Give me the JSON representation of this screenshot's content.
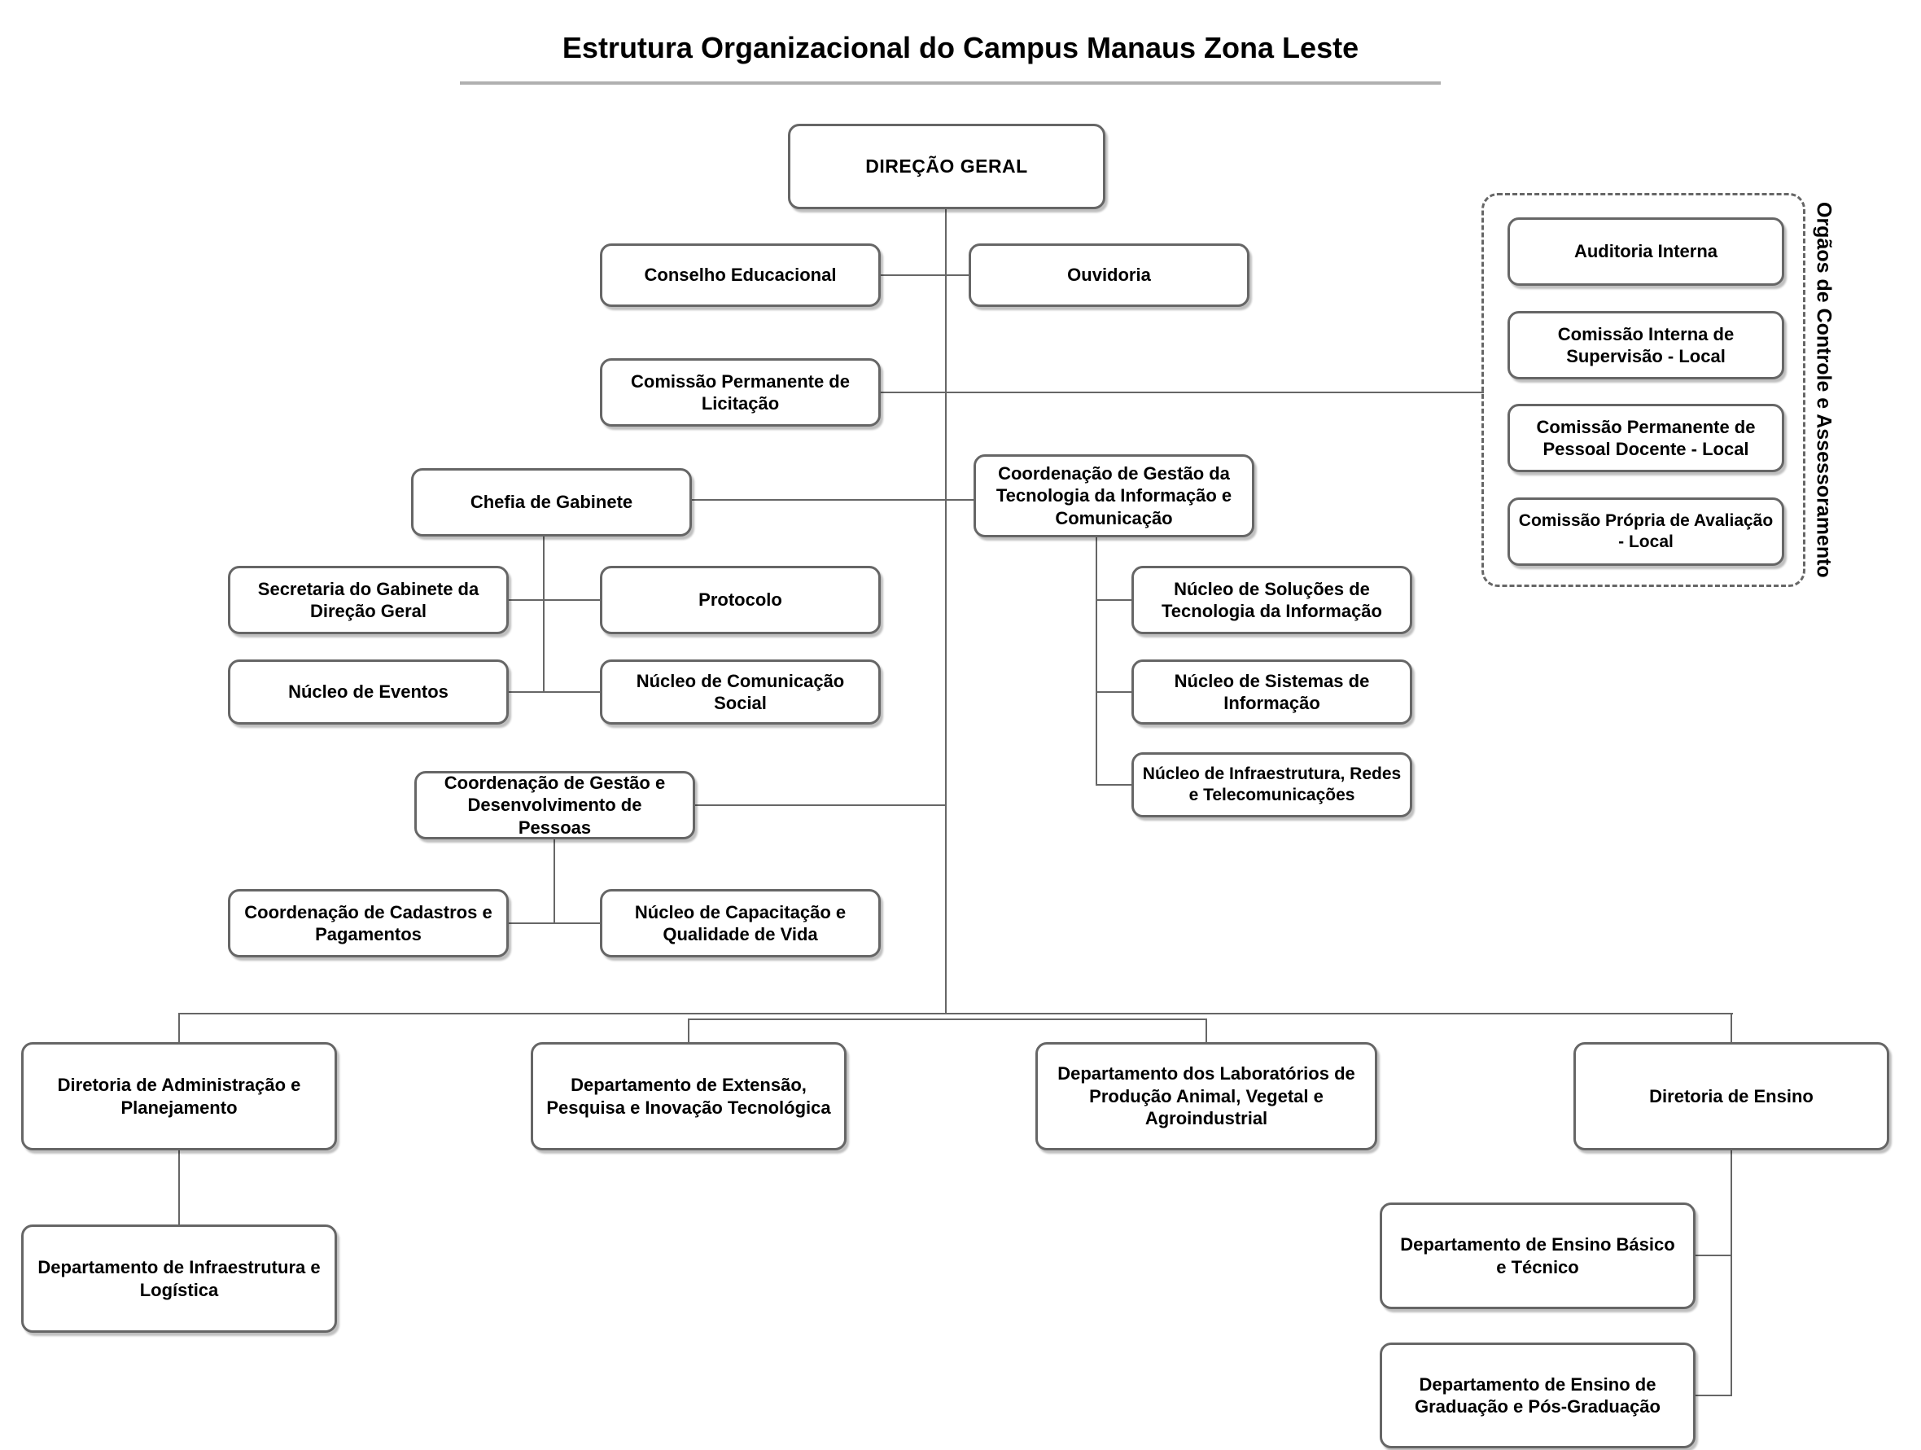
{
  "title": "Estrutura Organizacional do Campus Manaus Zona Leste",
  "group_label": "Orgãos de Controle e Assessoramento",
  "colors": {
    "box_border": "#666666",
    "connector": "#666666",
    "title_rule": "#b0b0b0",
    "box_fill": "#ffffff",
    "text": "#000000"
  },
  "nodes": {
    "direcao_geral": {
      "label": "DIREÇÃO GERAL"
    },
    "conselho_educacional": {
      "label": "Conselho Educacional"
    },
    "ouvidoria": {
      "label": "Ouvidoria"
    },
    "comissao_licitacao": {
      "label": "Comissão Permanente de Licitação"
    },
    "chefia_gabinete": {
      "label": "Chefia de Gabinete"
    },
    "coord_tic": {
      "label": "Coordenação de Gestão da Tecnologia da Informação e Comunicação"
    },
    "secretaria_gabinete": {
      "label": "Secretaria do Gabinete da Direção Geral"
    },
    "protocolo": {
      "label": "Protocolo"
    },
    "nucleo_eventos": {
      "label": "Núcleo de Eventos"
    },
    "nucleo_comunicacao": {
      "label": "Núcleo de Comunicação Social"
    },
    "nucleo_solucoes_ti": {
      "label": "Núcleo de Soluções de Tecnologia da Informação"
    },
    "nucleo_sistemas": {
      "label": "Núcleo de Sistemas de Informação"
    },
    "nucleo_infra_redes": {
      "label": "Núcleo de Infraestrutura, Redes e Telecomunicações"
    },
    "coord_pessoas": {
      "label": "Coordenação de Gestão e Desenvolvimento de Pessoas"
    },
    "coord_cadastros": {
      "label": "Coordenação de Cadastros e Pagamentos"
    },
    "nucleo_capacitacao": {
      "label": "Núcleo de Capacitação e Qualidade de Vida"
    },
    "diretoria_admin": {
      "label": "Diretoria de Administração e Planejamento"
    },
    "dep_extensao": {
      "label": "Departamento de Extensão, Pesquisa e Inovação Tecnológica"
    },
    "dep_laboratorios": {
      "label": "Departamento dos Laboratórios de Produção Animal, Vegetal e Agroindustrial"
    },
    "diretoria_ensino": {
      "label": "Diretoria de Ensino"
    },
    "dep_infra_logistica": {
      "label": "Departamento de Infraestrutura e Logística"
    },
    "dep_ensino_basico": {
      "label": "Departamento de Ensino Básico e Técnico"
    },
    "dep_ensino_grad": {
      "label": "Departamento de Ensino de Graduação e Pós-Graduação"
    },
    "auditoria_interna": {
      "label": "Auditoria Interna"
    },
    "comissao_interna_supervisao": {
      "label": "Comissão Interna de Supervisão - Local"
    },
    "comissao_pessoal_docente": {
      "label": "Comissão Permanente de Pessoal Docente - Local"
    },
    "comissao_propria_avaliacao": {
      "label": "Comissão Própria de Avaliação - Local"
    }
  }
}
